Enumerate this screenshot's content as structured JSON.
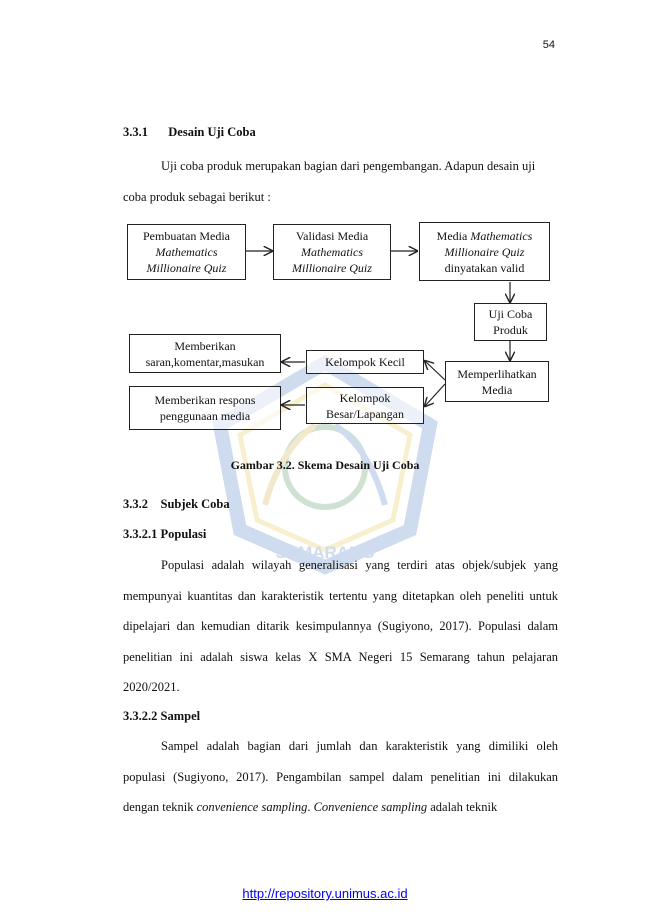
{
  "page_number": "54",
  "section": {
    "number": "3.3.1",
    "title": "Desain Uji Coba",
    "intro_line1": "Uji coba produk merupakan bagian dari pengembangan. Adapun desain uji",
    "intro_line2": "coba produk sebagai berikut :"
  },
  "diagram": {
    "box1_l1": "Pembuatan Media",
    "box1_l2": "Mathematics",
    "box1_l3": "Millionaire Quiz",
    "box2_l1": "Validasi Media",
    "box2_l2": "Mathematics",
    "box2_l3": "Millionaire Quiz",
    "box3_l1a": "Media ",
    "box3_l1b": "Mathematics",
    "box3_l2": "Millionaire Quiz",
    "box3_l3": "dinyatakan valid",
    "box4_l1": "Uji Coba",
    "box4_l2": "Produk",
    "box5_l1": "Memperlihatkan",
    "box5_l2": "Media",
    "box6": "Kelompok Kecil",
    "box7_l1": "Kelompok",
    "box7_l2": "Besar/Lapangan",
    "box8_l1": "Memberikan",
    "box8_l2": "saran,komentar,masukan",
    "box9_l1": "Memberikan respons",
    "box9_l2": "penggunaan media"
  },
  "caption": "Gambar 3.2. Skema Desain Uji Coba",
  "subjek": {
    "heading": "3.3.2    Subjek Coba",
    "populasi_heading": "3.3.2.1 Populasi",
    "populasi_text": "Populasi adalah wilayah generalisasi yang terdiri atas objek/subjek yang mempunyai kuantitas dan karakteristik tertentu yang ditetapkan oleh peneliti untuk dipelajari dan kemudian ditarik kesimpulannya (Sugiyono, 2017). Populasi dalam penelitian ini adalah siswa kelas X SMA Negeri 15 Semarang tahun pelajaran 2020/2021.",
    "sampel_heading": "3.3.2.2 Sampel",
    "sampel_text_a": "Sampel adalah bagian dari jumlah dan karakteristik yang dimiliki oleh populasi (Sugiyono, 2017). Pengambilan sampel dalam penelitian ini dilakukan dengan teknik ",
    "sampel_em1": "convenience sampling",
    "sampel_text_b": ". ",
    "sampel_em2": "Convenience sampling",
    "sampel_text_c": " adalah teknik"
  },
  "watermark_text": "SEMARANG",
  "footer_link": "http://repository.unimus.ac.id"
}
